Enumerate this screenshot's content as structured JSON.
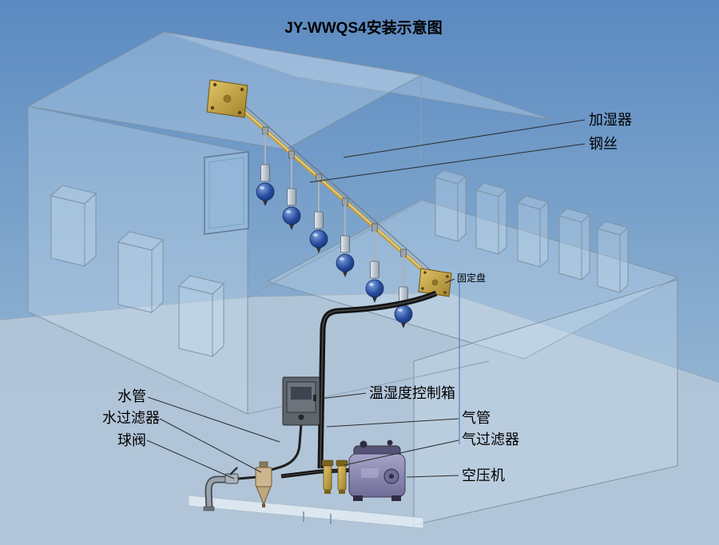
{
  "title": "JY-WWQS4安装示意图",
  "labels": {
    "humidifier": "加湿器",
    "steel_wire": "钢丝",
    "fixing_plate": "固定盘",
    "water_pipe": "水管",
    "water_filter": "水过滤器",
    "ball_valve": "球阀",
    "control_box": "温湿度控制箱",
    "air_pipe": "气管",
    "air_filter": "气过滤器",
    "air_compressor": "空压机"
  },
  "colors": {
    "sky_top": "#5b8ac1",
    "sky_bottom": "#a9c2d9",
    "ground": "#b3c6d8",
    "wall_fill": "#cfe0ee",
    "wireframe_line": "#7d93a6",
    "pipe_gold": "#bf9c40",
    "nozzle_blue": "#1c3f8f",
    "air_pipe_black": "#141414",
    "compressor_purple": "#8f8cb5",
    "label_text": "#000000"
  }
}
